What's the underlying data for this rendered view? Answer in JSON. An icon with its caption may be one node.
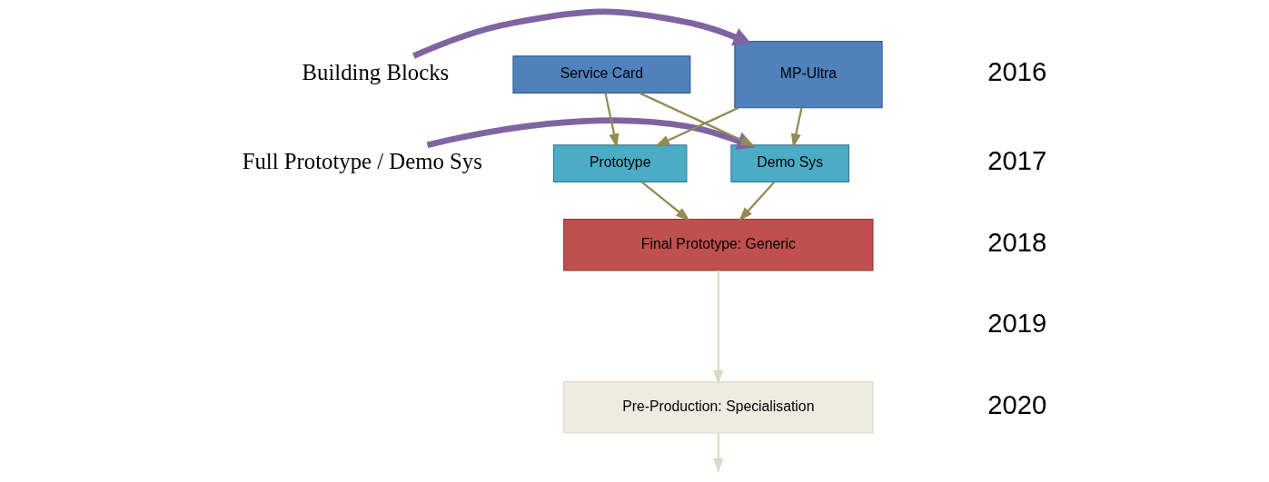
{
  "diagram": {
    "nodes": [
      {
        "text": [
          "Building Blocks"
        ]
      },
      {
        "text": [
          "Full Prototype / Demo Sys"
        ]
      },
      {
        "text": [
          "MP-Ultra"
        ]
      },
      {
        "text": [
          "Service Card"
        ]
      },
      {
        "text": [
          "Demo Sys"
        ]
      },
      {
        "text": [
          "Prototype"
        ]
      },
      {
        "text": [
          "Final Prototype: Generic"
        ]
      },
      {
        "text": [
          "Pre-Production: Specialisation"
        ]
      }
    ],
    "edges": [
      {
        "from": 0,
        "to": 2,
        "arrow": "to",
        "style": "thick",
        "color": "#8064a2"
      },
      {
        "from": 1,
        "to": 4,
        "arrow": "to",
        "style": "thick",
        "color": "#8064a2"
      },
      {
        "from": 2,
        "to": 4,
        "arrow": "to"
      },
      {
        "from": 2,
        "to": 5,
        "arrow": "to"
      },
      {
        "from": 3,
        "to": 4,
        "arrow": "to"
      },
      {
        "from": 3,
        "to": 5,
        "arrow": "to"
      },
      {
        "from": 4,
        "to": 6,
        "arrow": "to"
      },
      {
        "from": 5,
        "to": 6,
        "arrow": "to"
      },
      {
        "from": 6,
        "to": 7,
        "arrow": "to",
        "color": "#ddd9c3"
      },
      {
        "from": 7,
        "to": null,
        "arrow": "to",
        "color": "#ddd9c3"
      }
    ],
    "labels": [
      "2016",
      "2017",
      "2018",
      "2019",
      "2020"
    ]
  }
}
